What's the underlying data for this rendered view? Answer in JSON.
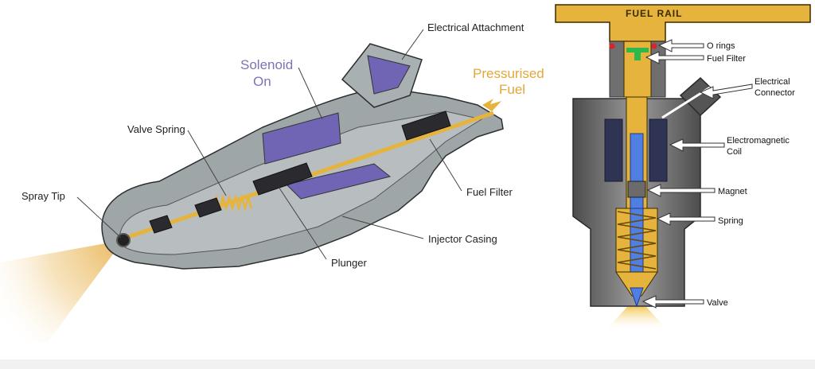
{
  "left_diagram": {
    "labels": {
      "electrical_attachment": "Electrical Attachment",
      "solenoid_line1": "Solenoid",
      "solenoid_line2": "On",
      "pressurised_line1": "Pressurised",
      "pressurised_line2": "Fuel",
      "valve_spring": "Valve Spring",
      "spray_tip": "Spray Tip",
      "fuel_filter": "Fuel Filter",
      "injector_casing": "Injector Casing",
      "plunger": "Plunger"
    }
  },
  "right_diagram": {
    "title": "FUEL RAIL",
    "labels": {
      "o_rings": "O rings",
      "fuel_filter": "Fuel Filter",
      "electrical_connector_line1": "Electrical",
      "electrical_connector_line2": "Connector",
      "coil_line1": "Electromagnetic",
      "coil_line2": "Coil",
      "magnet": "Magnet",
      "spring": "Spring",
      "valve": "Valve"
    }
  },
  "colors": {
    "fuel": "#e6b43c",
    "casing_dark": "#5a5a5a",
    "casing_light": "#8e8e8e",
    "coil": "#2f3354",
    "plunger_blue": "#4f7fe0",
    "solenoid_purple": "#6f65b4",
    "filter_green": "#2db84c"
  }
}
